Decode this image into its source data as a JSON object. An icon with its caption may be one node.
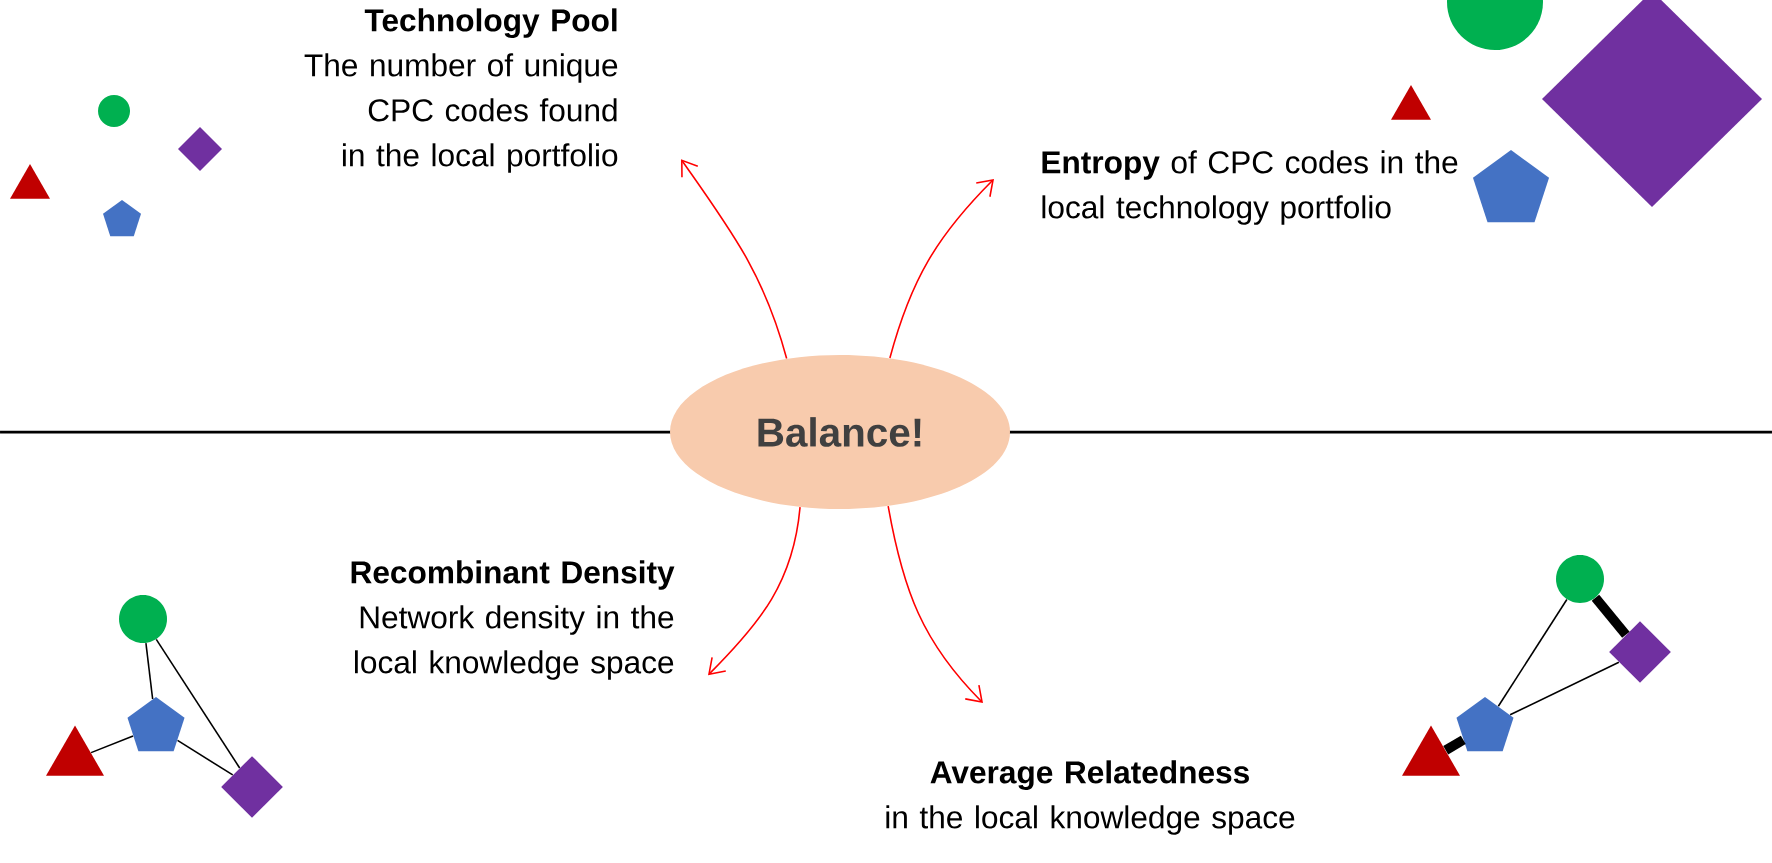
{
  "diagram": {
    "nodes": [
      {
        "text": [
          "Balance!"
        ]
      },
      {
        "text": [
          "Technology Pool",
          "The number of unique CPC codes found in the local portfolio"
        ]
      },
      {
        "text": [
          "**Entropy** of CPC codes in the local technology portfolio"
        ]
      },
      {
        "text": [
          "Recombinant Density",
          "Network density in the local knowledge space"
        ]
      },
      {
        "text": [
          "Average Relatedness",
          "in the local knowledge space"
        ]
      },
      {
        "text": [],
        "shape": "circle"
      },
      {
        "text": [],
        "shape": "pentagon"
      },
      {
        "text": [],
        "shape": "triangle"
      },
      {
        "text": [],
        "shape": "diamond"
      },
      {
        "text": [],
        "shape": "circle"
      },
      {
        "text": [],
        "shape": "diamond"
      },
      {
        "text": [],
        "shape": "pentagon"
      },
      {
        "text": [],
        "shape": "triangle"
      }
    ],
    "edges": [
      {
        "from": 0,
        "to": 1,
        "arrow": "to",
        "color": "#ff0000"
      },
      {
        "from": 0,
        "to": 2,
        "arrow": "to",
        "color": "#ff0000"
      },
      {
        "from": 0,
        "to": 3,
        "arrow": "to",
        "color": "#ff0000"
      },
      {
        "from": 0,
        "to": 4,
        "arrow": "to",
        "color": "#ff0000"
      },
      {
        "from": 5,
        "to": 6,
        "arrow": "none"
      },
      {
        "from": 5,
        "to": 8,
        "arrow": "none"
      },
      {
        "from": 6,
        "to": 7,
        "arrow": "none"
      },
      {
        "from": 6,
        "to": 8,
        "arrow": "none"
      },
      {
        "from": 9,
        "to": 10,
        "arrow": "none",
        "style": "thick"
      },
      {
        "from": 9,
        "to": 11,
        "arrow": "none"
      },
      {
        "from": 10,
        "to": 11,
        "arrow": "none"
      },
      {
        "from": 11,
        "to": 12,
        "arrow": "none",
        "style": "thick"
      }
    ]
  }
}
